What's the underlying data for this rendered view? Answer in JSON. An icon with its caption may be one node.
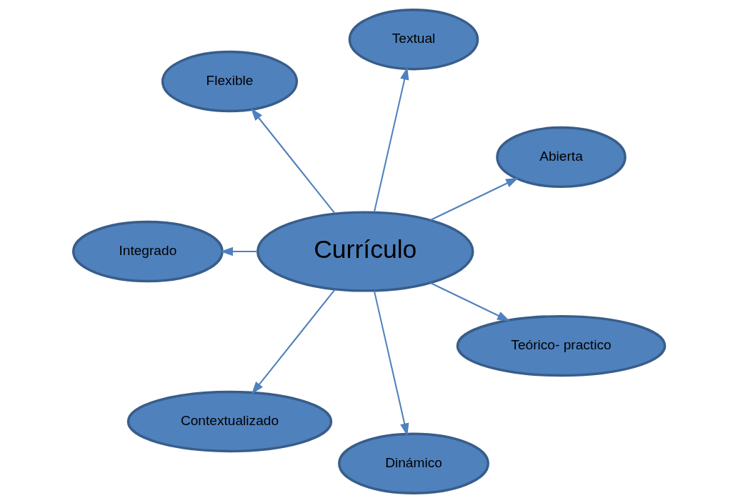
{
  "diagram": {
    "nodes": [
      {
        "text": [
          "Currículo"
        ]
      },
      {
        "text": [
          "Abierta"
        ]
      },
      {
        "text": [
          "Textual"
        ]
      },
      {
        "text": [
          "Flexible"
        ]
      },
      {
        "text": [
          "Integrado"
        ]
      },
      {
        "text": [
          "Contextualizado"
        ]
      },
      {
        "text": [
          "Dinámico"
        ]
      },
      {
        "text": [
          "Teórico- practico"
        ]
      }
    ],
    "edges": [
      {
        "from": 0,
        "to": 1,
        "arrow": "to"
      },
      {
        "from": 0,
        "to": 2,
        "arrow": "to"
      },
      {
        "from": 0,
        "to": 3,
        "arrow": "to"
      },
      {
        "from": 0,
        "to": 4,
        "arrow": "to"
      },
      {
        "from": 0,
        "to": 5,
        "arrow": "to"
      },
      {
        "from": 0,
        "to": 6,
        "arrow": "to"
      },
      {
        "from": 0,
        "to": 7,
        "arrow": "to"
      }
    ]
  }
}
